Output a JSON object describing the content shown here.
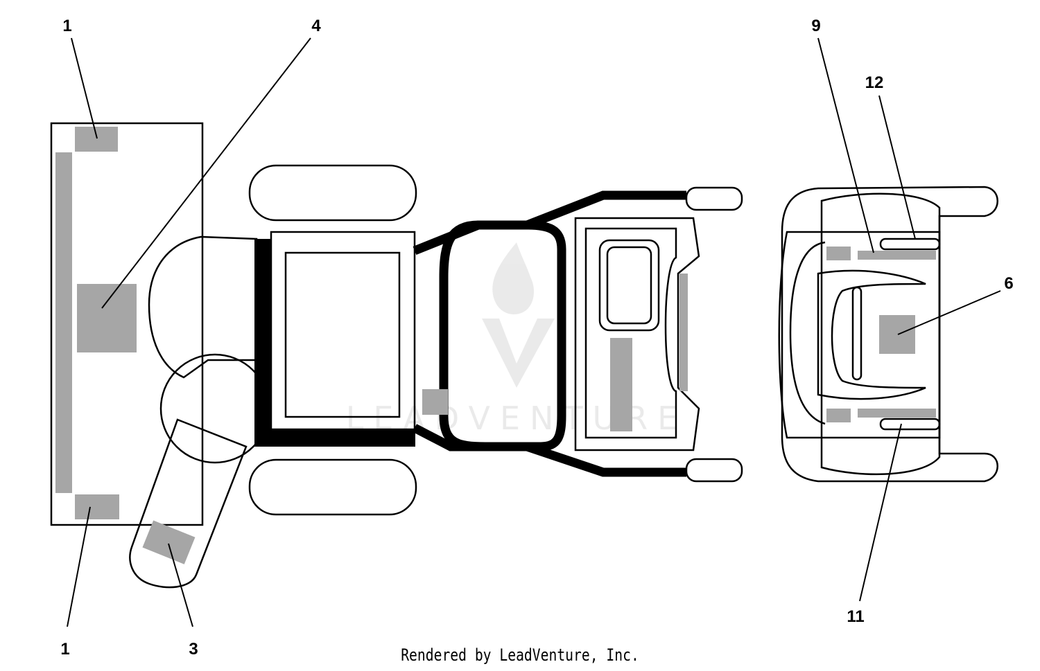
{
  "callouts": {
    "c1_top": "1",
    "c1_bottom": "1",
    "c3": "3",
    "c4": "4",
    "c6": "6",
    "c9": "9",
    "c11": "11",
    "c12": "12"
  },
  "watermark": {
    "text": "LEADVENTURE"
  },
  "footer": {
    "credit": "Rendered by LeadVenture, Inc."
  },
  "colors": {
    "decal_fill": "#a6a6a6",
    "line": "#000000",
    "background": "#ffffff"
  }
}
